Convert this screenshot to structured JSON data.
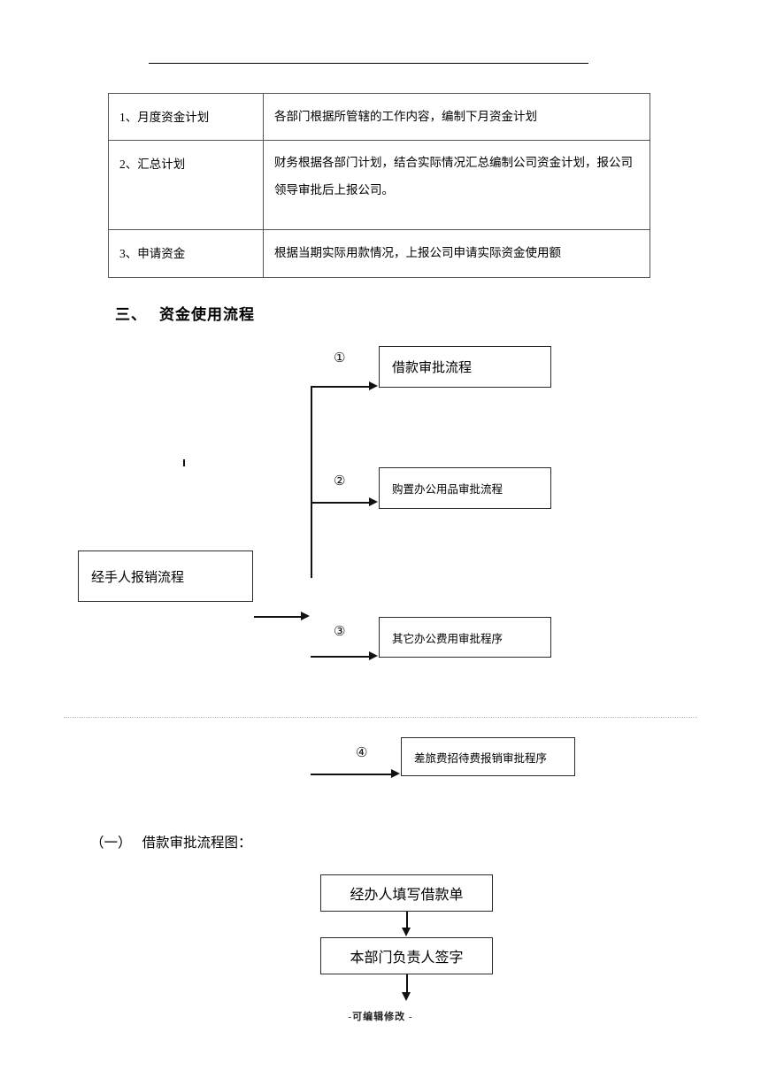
{
  "document": {
    "top_rule": "horizontal-rule",
    "page_break": "dotted-separator",
    "footer_note": "-可编辑修改 -"
  },
  "plan_table": {
    "rows": [
      {
        "label": "1、月度资金计划",
        "description": "各部门根据所管辖的工作内容，编制下月资金计划"
      },
      {
        "label": "2、汇总计划",
        "description": "财务根据各部门计划，结合实际情况汇总编制公司资金计划，报公司领导审批后上报公司。"
      },
      {
        "label": "3、申请资金",
        "description": "根据当期实际用款情况，上报公司申请实际资金使用额"
      }
    ]
  },
  "section": {
    "number": "三、",
    "title": "资金使用流程"
  },
  "flow": {
    "source_box": "经手人报销流程",
    "branches": [
      {
        "marker": "①",
        "label": "借款审批流程"
      },
      {
        "marker": "②",
        "label": "购置办公用品审批流程"
      },
      {
        "marker": "③",
        "label": "其它办公费用审批程序"
      },
      {
        "marker": "④",
        "label": "差旅费招待费报销审批程序"
      }
    ]
  },
  "subsection": {
    "paren": "（一）",
    "title": "借款审批流程图："
  },
  "bottom_flow": {
    "steps": [
      "经办人填写借款单",
      "本部门负责人签字"
    ]
  }
}
